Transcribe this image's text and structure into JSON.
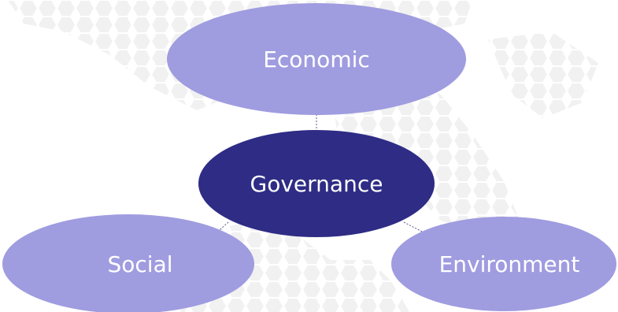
{
  "diagram": {
    "center": {
      "label": "Governance",
      "color": "#2e2c85"
    },
    "nodes": [
      {
        "id": "economic",
        "label": "Economic",
        "color": "#a09ce0"
      },
      {
        "id": "social",
        "label": "Social",
        "color": "#a09ce0"
      },
      {
        "id": "environment",
        "label": "Environment",
        "color": "#a09ce0"
      }
    ],
    "connector_color": "#5a5a8a",
    "background_texture_color": "#e6e6e6"
  }
}
